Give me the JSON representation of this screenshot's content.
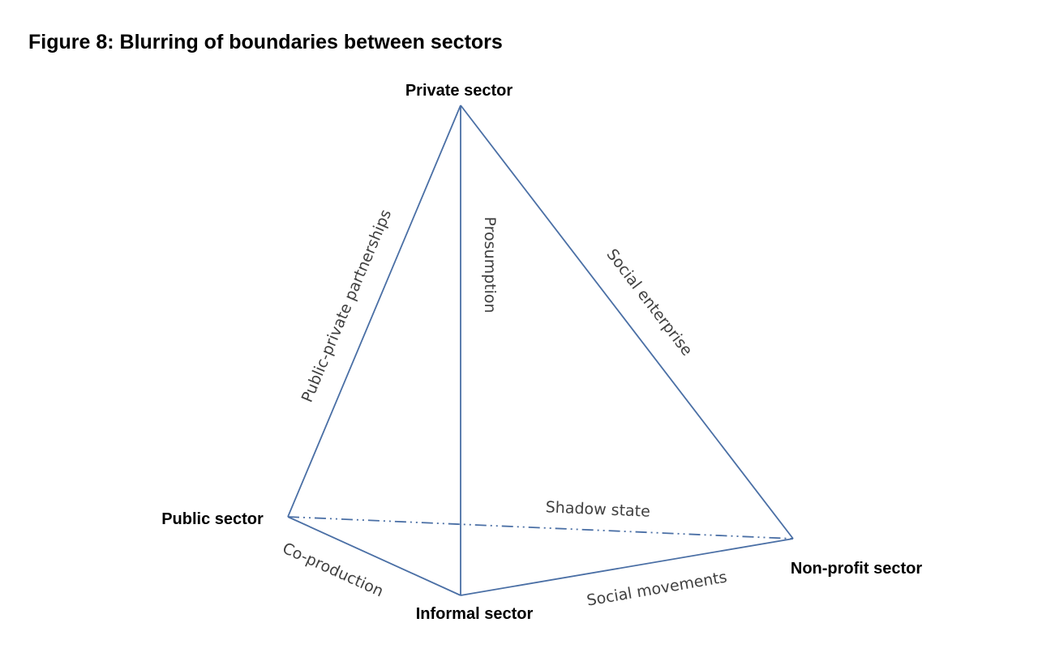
{
  "figure": {
    "title": "Figure 8: Blurring of boundaries between sectors"
  },
  "colors": {
    "edge": "#4a6fa5",
    "node_text": "#000000",
    "edge_text": "#404040"
  },
  "nodes": {
    "private": "Private sector",
    "public": "Public sector",
    "informal": "Informal sector",
    "nonprofit": "Non-profit sector"
  },
  "edges": {
    "public_private": "Public-private partnerships",
    "private_informal": "Prosumption",
    "private_nonprofit": "Social enterprise",
    "public_nonprofit": "Shadow state",
    "public_informal": "Co-production",
    "informal_nonprofit": "Social movements"
  }
}
